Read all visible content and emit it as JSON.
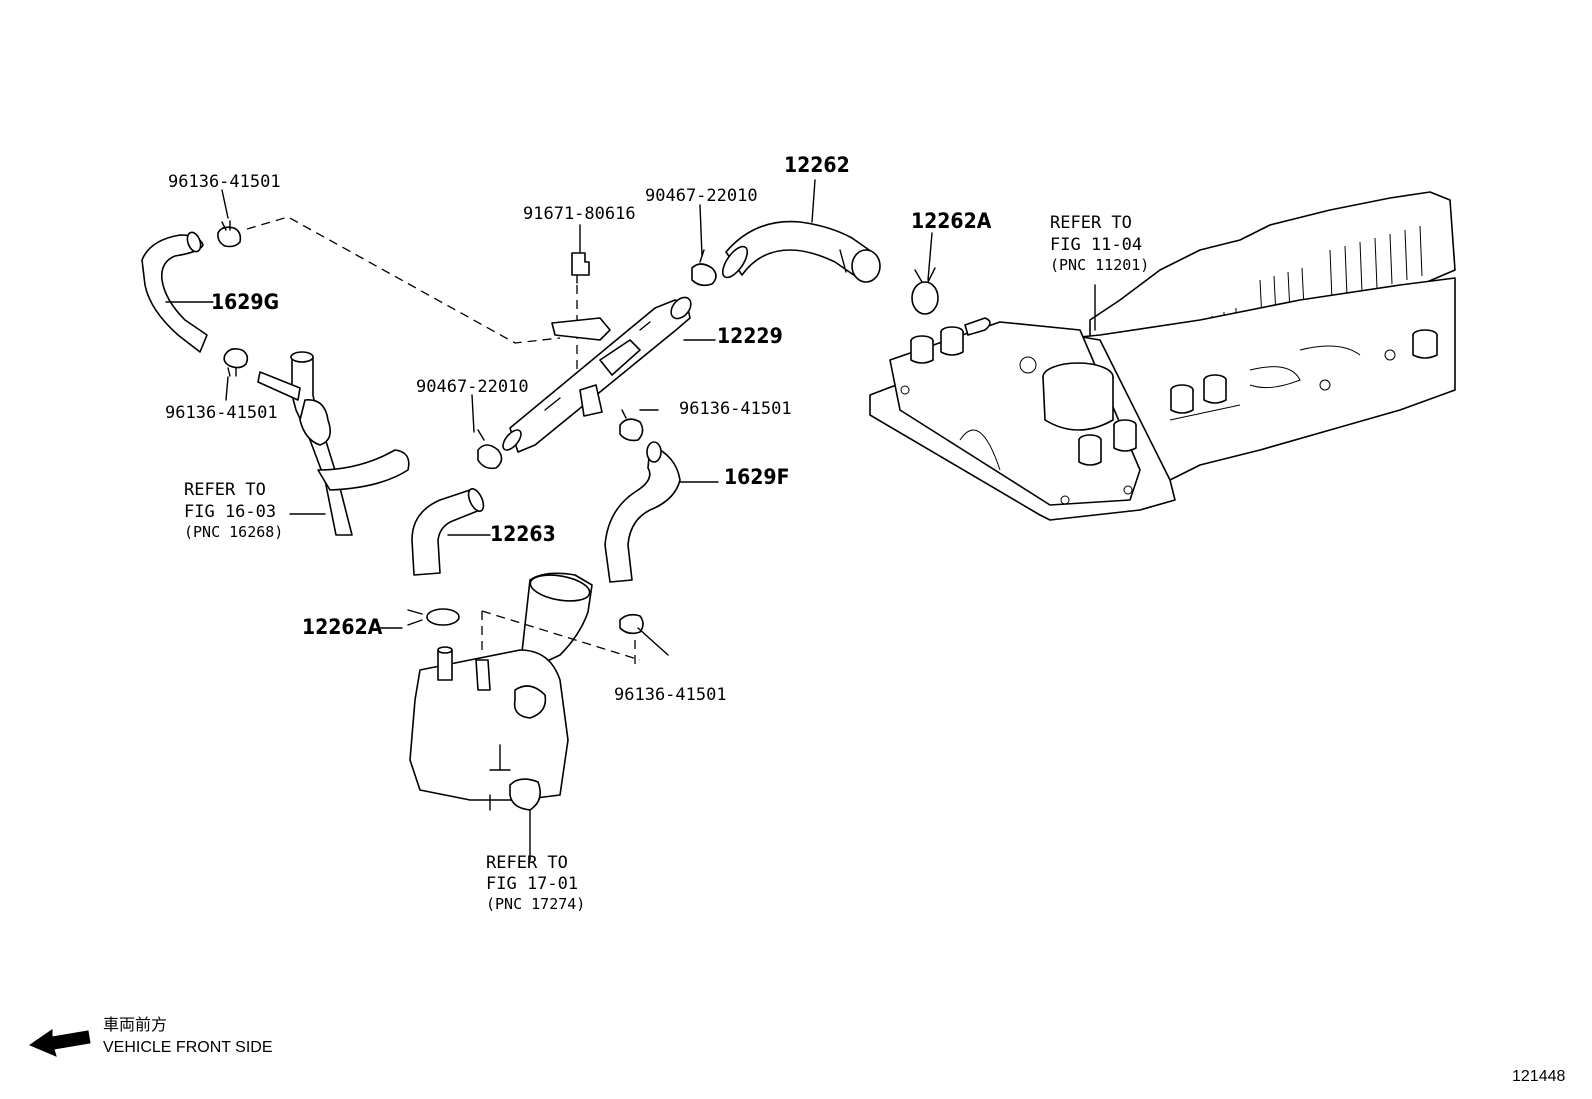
{
  "parts": {
    "clamp_top_left": "96136-41501",
    "hose_1629g": "1629G",
    "clamp_left_mid": "96136-41501",
    "bolt": "91671-80616",
    "clip_upper": "90467-22010",
    "hose_12262": "12262",
    "plug_12262a_upper": "12262A",
    "pipe_12229": "12229",
    "clip_lower": "90467-22010",
    "clamp_right_mid": "96136-41501",
    "hose_1629f": "1629F",
    "hose_12263": "12263",
    "plug_12262a_lower": "12262A",
    "clamp_bottom": "96136-41501"
  },
  "references": {
    "fig_16_03": {
      "line1": "REFER TO",
      "line2": "FIG 16-03",
      "line3": "(PNC 16268)"
    },
    "fig_11_04": {
      "line1": "REFER TO",
      "line2": "FIG 11-04",
      "line3": "(PNC 11201)"
    },
    "fig_17_01": {
      "line1": "REFER TO",
      "line2": "FIG 17-01",
      "line3": "(PNC 17274)"
    }
  },
  "legend": {
    "japanese": "車両前方",
    "english": "VEHICLE FRONT SIDE",
    "arrow_icon": "left-arrow-icon"
  },
  "figure_number": "121448"
}
